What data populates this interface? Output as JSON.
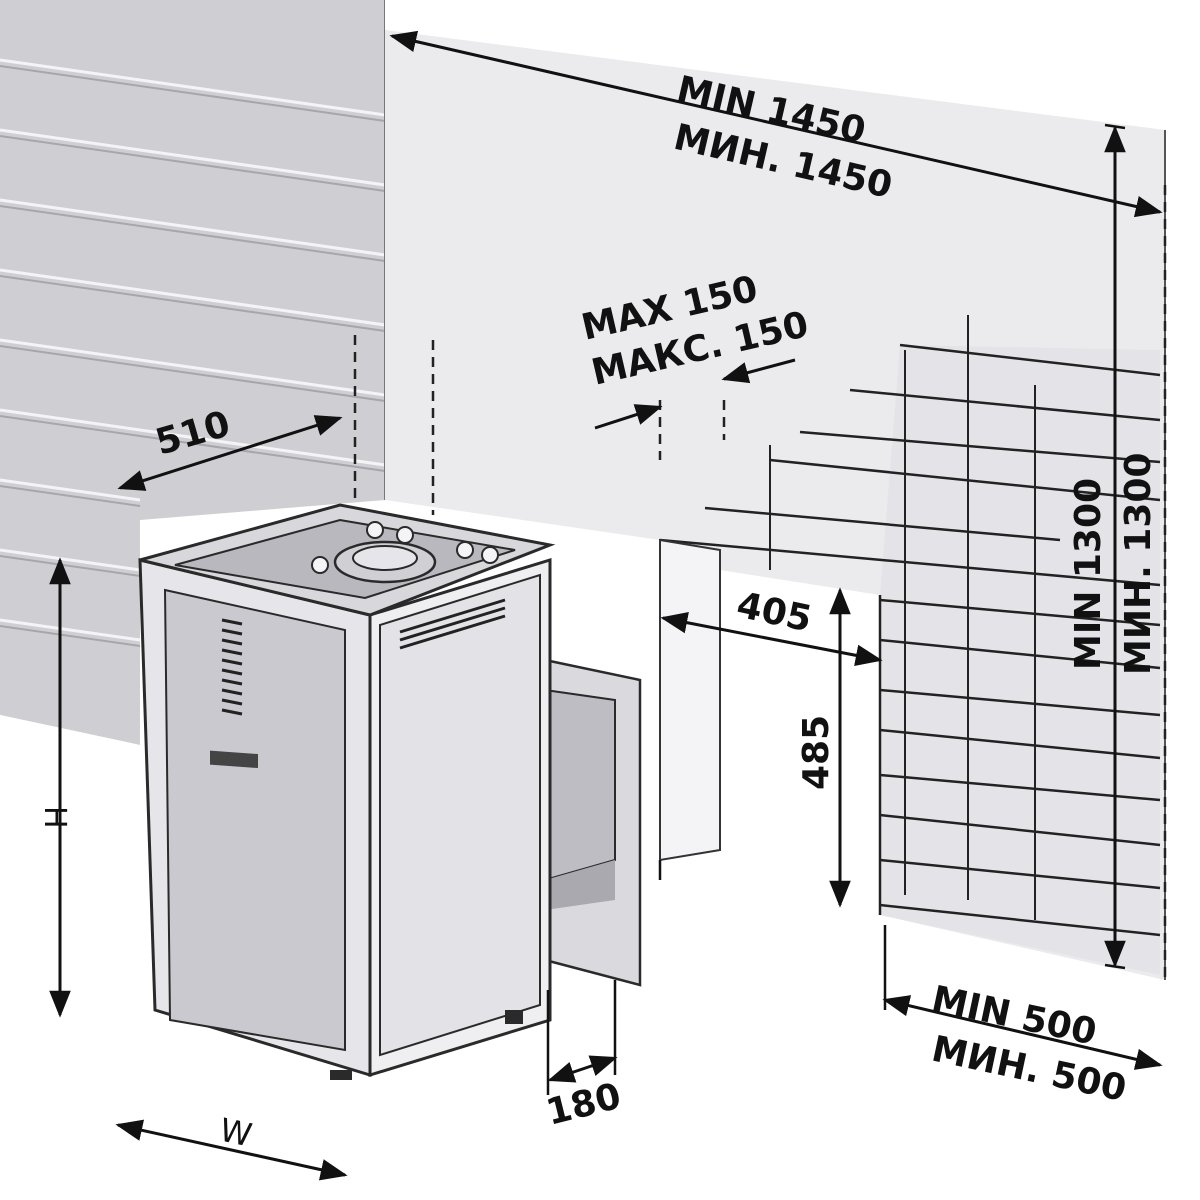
{
  "colors": {
    "wall": "#cfcfd3",
    "wall_line": "#f2f2f4",
    "wall_shadow": "#9a9aa0",
    "panel": "#e9e9ec",
    "floor": "#eeeef1",
    "heater_body": "#e2e2e6",
    "heater_dark": "#bdbdc3",
    "outline": "#2a2a2a",
    "text": "#111111"
  },
  "labels": {
    "width_min": "MIN 1450",
    "width_min_ru": "МИН. 1450",
    "gap_max": "MAX 150",
    "gap_max_ru": "МАКС. 150",
    "depth": "510",
    "opening_width": "405",
    "opening_height": "485",
    "height_min": "MIN 1300",
    "height_min_ru": "МИН. 1300",
    "side_min": "MIN 500",
    "side_min_ru": "МИН. 500",
    "tunnel": "180",
    "heater_height": "H",
    "heater_width": "W"
  }
}
